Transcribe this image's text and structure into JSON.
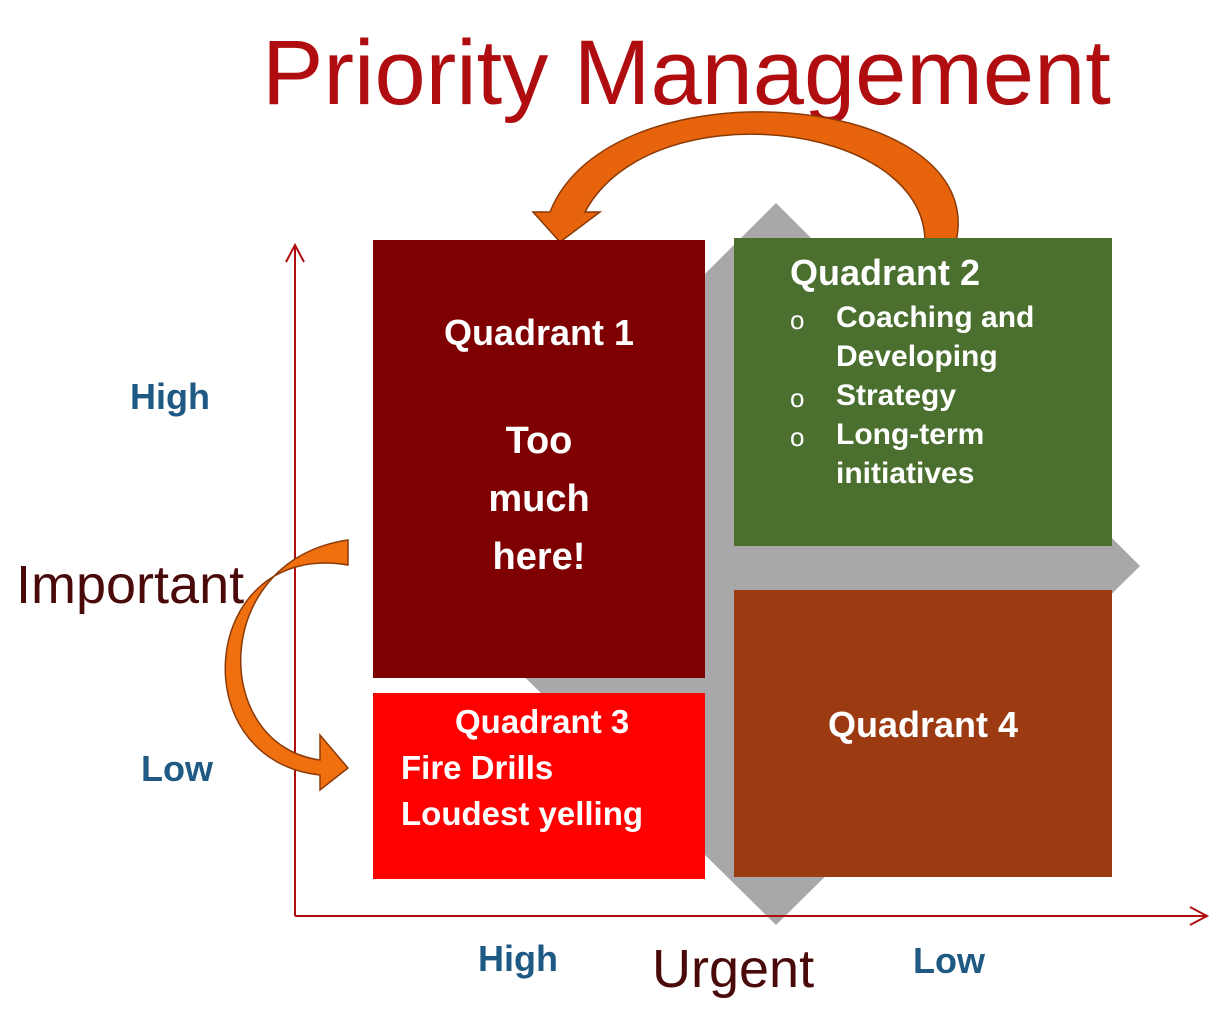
{
  "title": "Priority Management",
  "y_axis": {
    "name": "Important",
    "high": "High",
    "low": "Low"
  },
  "x_axis": {
    "name": "Urgent",
    "high": "High",
    "low": "Low"
  },
  "quadrant1": {
    "title": "Quadrant 1",
    "note": "Too much here!"
  },
  "quadrant2": {
    "title": "Quadrant 2",
    "items": [
      "Coaching and Developing",
      "Strategy",
      "Long-term initiatives"
    ]
  },
  "quadrant3": {
    "title": "Quadrant 3",
    "lines": [
      "Fire Drills",
      "Loudest yelling"
    ]
  },
  "quadrant4": {
    "title": "Quadrant 4"
  },
  "colors": {
    "title": "#b00d10",
    "quadrant1": "#7f0000",
    "quadrant2": "#4b6f2f",
    "quadrant3": "#ff0000",
    "quadrant4": "#9c3b12",
    "axis": "#b00d10",
    "axis_labels": "#1f5a84",
    "diamond": "#a8a8ab",
    "arrow": "#f36a0a"
  }
}
